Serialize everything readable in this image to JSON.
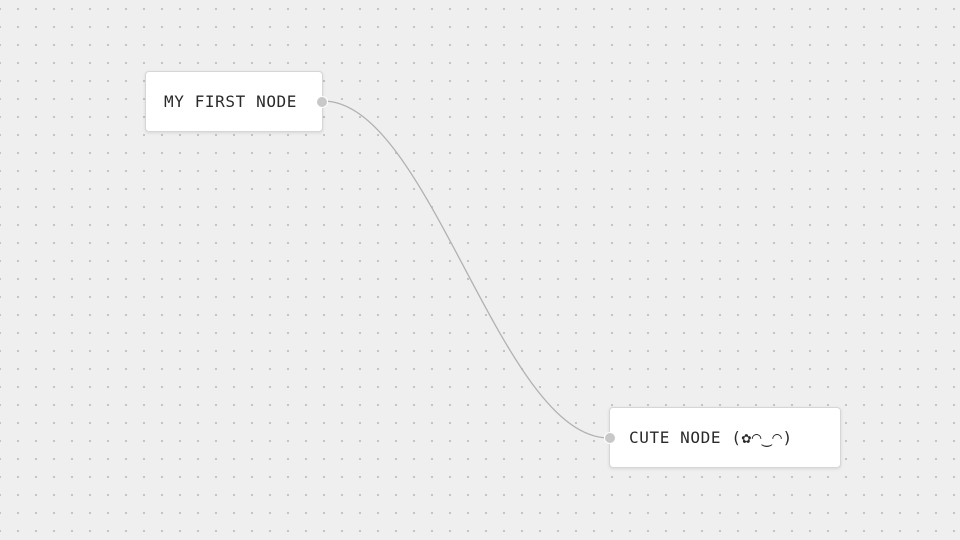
{
  "nodes": [
    {
      "id": "node-1",
      "label": "MY FIRST NODE"
    },
    {
      "id": "node-2",
      "label": "CUTE NODE (✿◠‿◠)"
    }
  ],
  "edges": [
    {
      "source": "node-1",
      "target": "node-2"
    }
  ],
  "colors": {
    "background": "#efefef",
    "dot": "#bdbdbd",
    "node_fill": "#ffffff",
    "node_border": "#d6d6d6",
    "handle": "#c8c8c8",
    "edge": "#b1b1b1",
    "text": "#2a2a2a"
  }
}
